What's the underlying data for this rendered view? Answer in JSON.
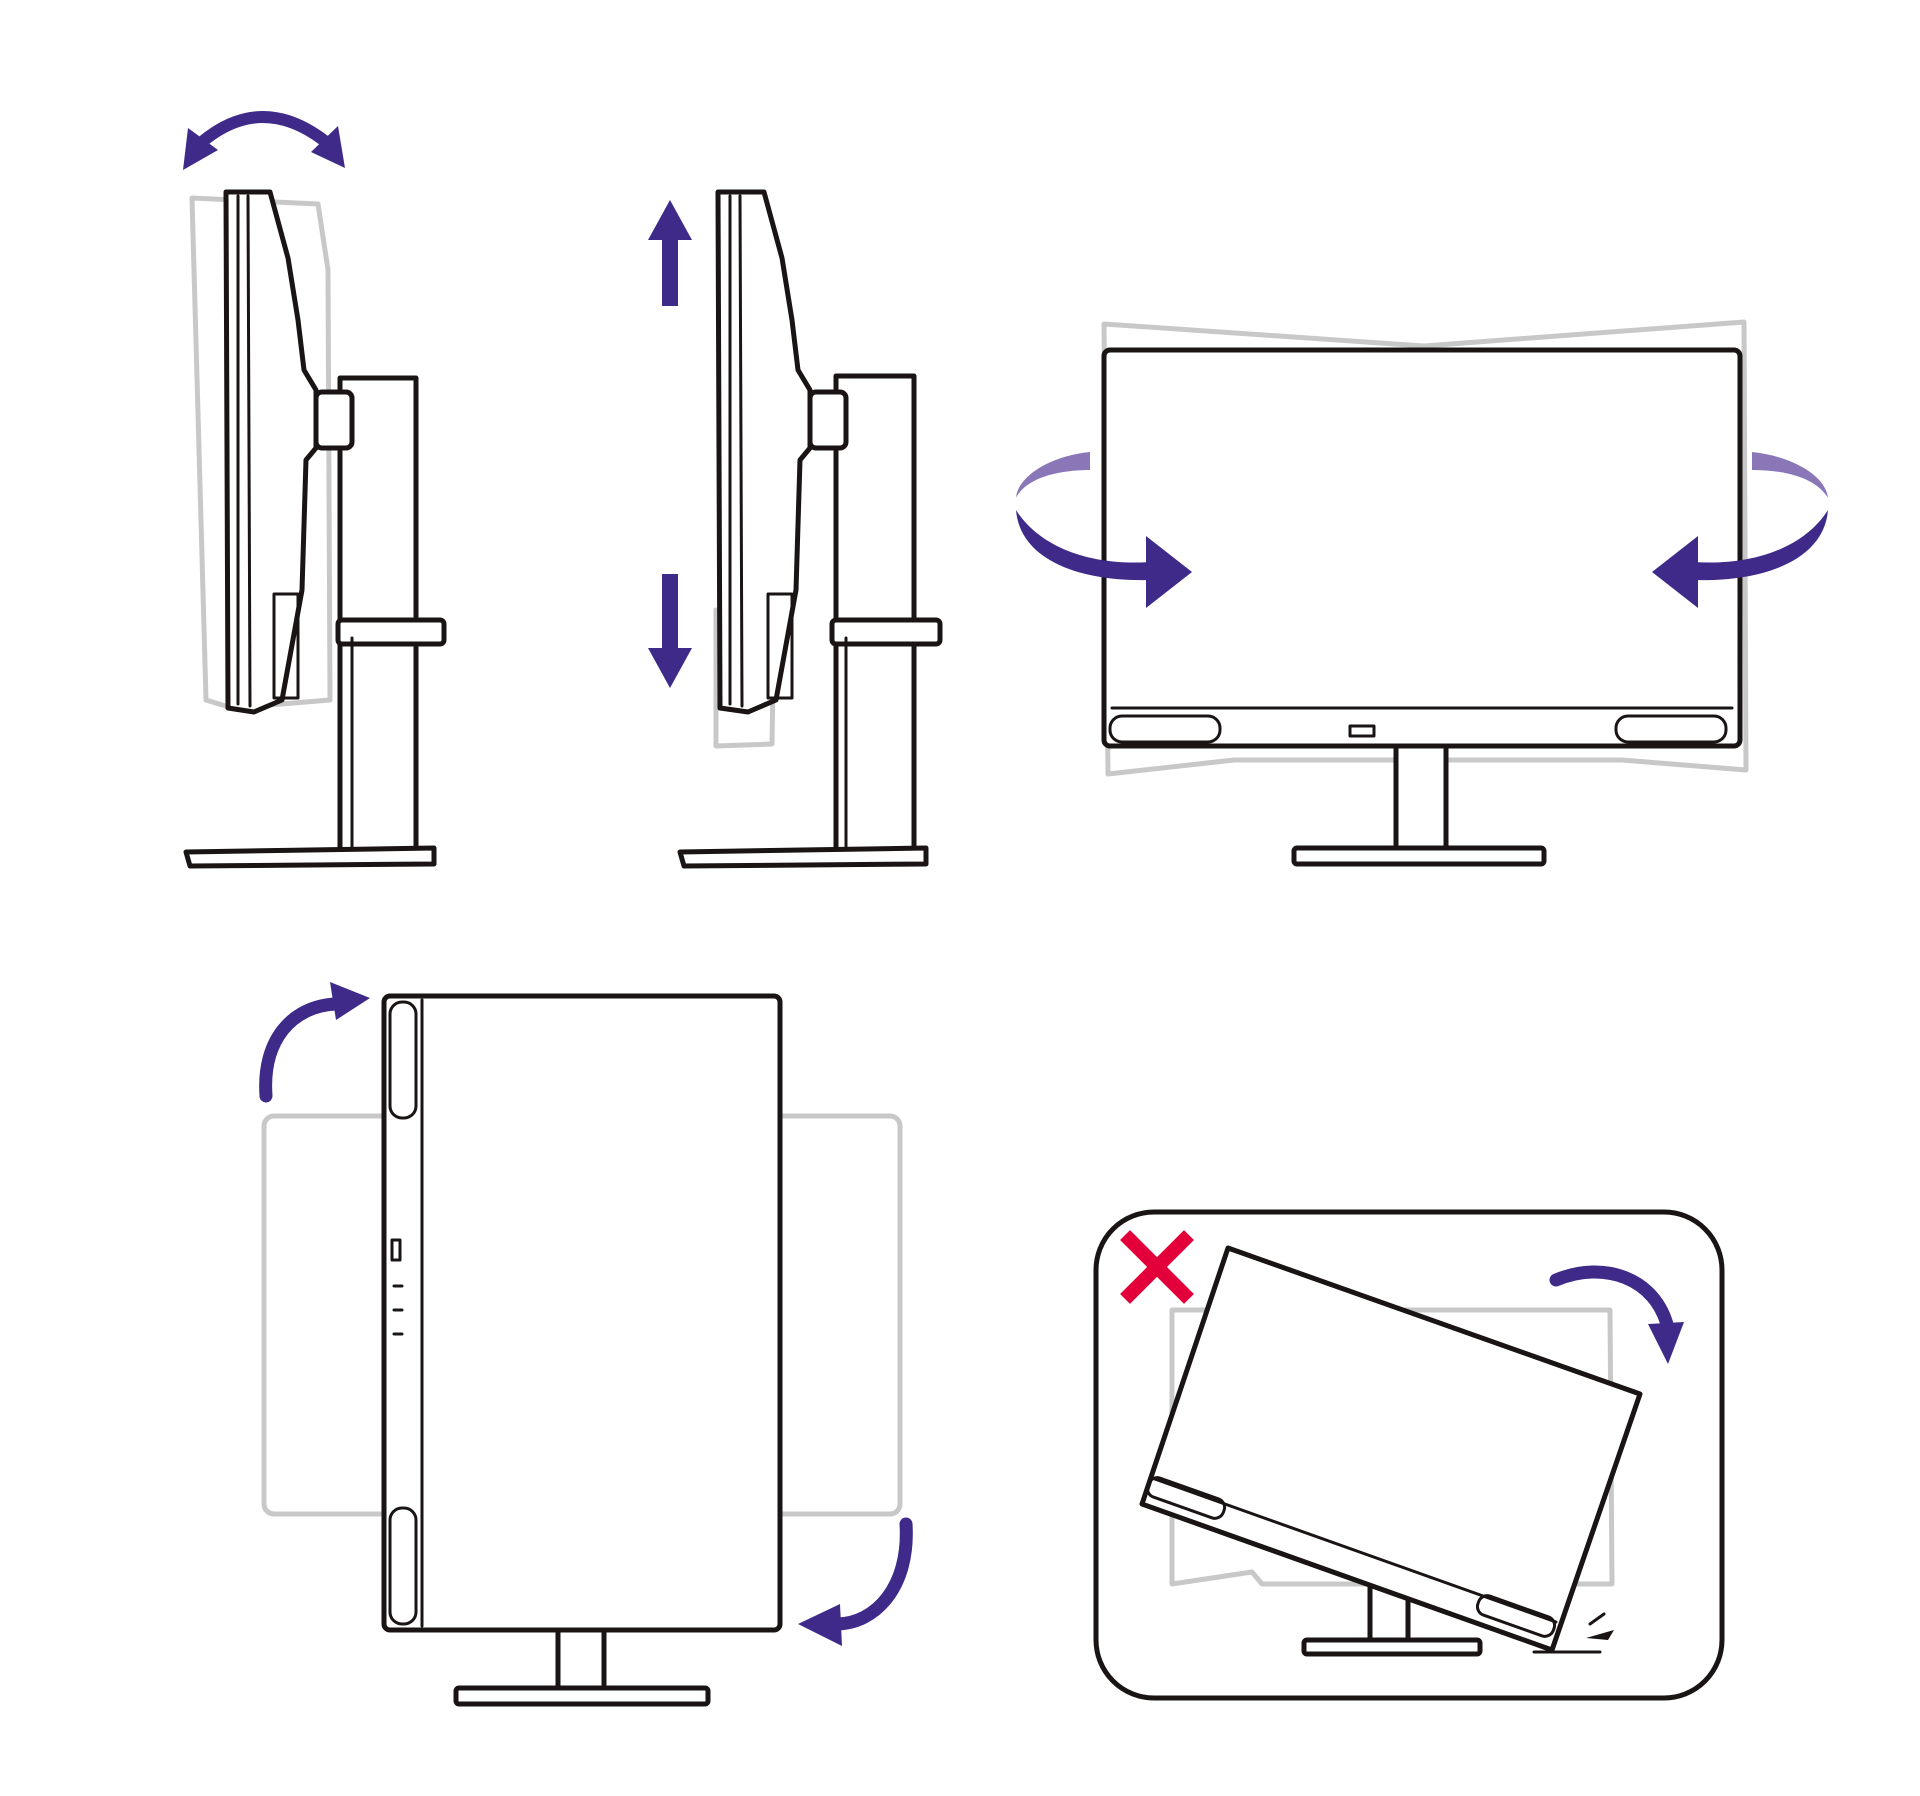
{
  "colors": {
    "outline": "#1a1414",
    "ghost": "#c8c8c8",
    "arrow": "#3f2a8a",
    "arrow_light": "#8a77b8",
    "warning": "#e3003a",
    "background": "#ffffff"
  },
  "panels": [
    {
      "id": "tilt",
      "icon": "curved-double-arrow-icon"
    },
    {
      "id": "height",
      "icon": "up-down-arrows-icon"
    },
    {
      "id": "swivel",
      "icon": "swivel-arrows-icon"
    },
    {
      "id": "pivot",
      "icon": "rotate-arrows-icon"
    },
    {
      "id": "pivot-warning",
      "icon": "red-x-icon"
    }
  ]
}
